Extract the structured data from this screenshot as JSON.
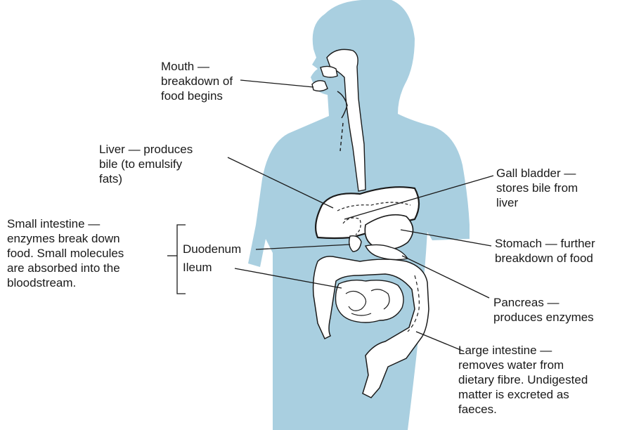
{
  "colors": {
    "body": "#a9cfe0",
    "outline": "#1a1a1a",
    "background": "#ffffff"
  },
  "labels": {
    "mouth": [
      "Mouth —",
      "breakdown of",
      "food begins"
    ],
    "liver": [
      "Liver — produces",
      "bile (to emulsify",
      "fats)"
    ],
    "gall_bladder": [
      "Gall bladder —",
      "stores bile from",
      "liver"
    ],
    "small_intestine": [
      "Small intestine —",
      "enzymes break down",
      "food. Small molecules",
      "are absorbed into the",
      "bloodstream."
    ],
    "duodenum": "Duodenum",
    "ileum": "Ileum",
    "stomach": [
      "Stomach — further",
      "breakdown of food"
    ],
    "pancreas": [
      "Pancreas —",
      "produces enzymes"
    ],
    "large_intestine": [
      "Large intestine —",
      "removes water from",
      "dietary fibre. Undigested",
      "matter is excreted as",
      "faeces."
    ]
  }
}
